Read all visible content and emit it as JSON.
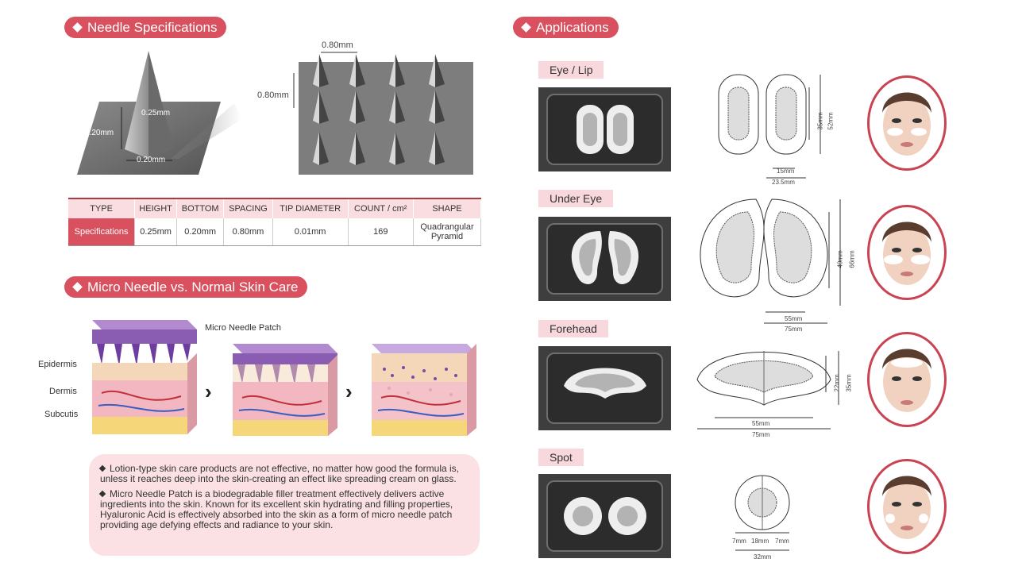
{
  "sections": {
    "needle_specs": "Needle Specifications",
    "comparison": "Micro Needle vs. Normal Skin Care",
    "applications": "Applications"
  },
  "needle_diagram": {
    "single": {
      "height": "0.25mm",
      "side": "0.20mm",
      "base": "0.20mm"
    },
    "array": {
      "spacing_top": "0.80mm",
      "spacing_side": "0.80mm"
    }
  },
  "spec_table": {
    "headers": [
      "TYPE",
      "HEIGHT",
      "BOTTOM",
      "SPACING",
      "TIP DIAMETER",
      "COUNT / cm²",
      "SHAPE"
    ],
    "row_label": "Specifications",
    "values": [
      "0.25mm",
      "0.20mm",
      "0.80mm",
      "0.01mm",
      "169",
      "Quadrangular Pyramid"
    ]
  },
  "skin_diagram": {
    "patch_label": "Micro Needle Patch",
    "layers": [
      "Epidermis",
      "Dermis",
      "Subcutis"
    ]
  },
  "notes": [
    "Lotion-type skin care products are not effective, no matter how good the formula is, unless it reaches deep into the skin-creating an effect like spreading cream on glass.",
    "Micro Needle Patch is a biodegradable filler treatment effectively delivers active ingredients into the skin. Known for its excellent skin hydrating and filling properties, Hyaluronic Acid is effectively absorbed into the skin as a form of micro needle patch providing age defying effects and radiance to your skin."
  ],
  "applications": [
    {
      "tab": "Eye / Lip",
      "dims": [
        "15mm",
        "23.5mm",
        "35mm",
        "52mm"
      ]
    },
    {
      "tab": "Under Eye",
      "dims": [
        "55mm",
        "75mm",
        "49mm",
        "66mm"
      ]
    },
    {
      "tab": "Forehead",
      "dims": [
        "55mm",
        "75mm",
        "22mm",
        "35mm"
      ]
    },
    {
      "tab": "Spot",
      "dims": [
        "7mm",
        "18mm",
        "7mm",
        "32mm"
      ]
    }
  ],
  "colors": {
    "accent": "#d9505e",
    "tab_bg": "#f8d8dc",
    "note_bg": "#fbe1e4"
  }
}
